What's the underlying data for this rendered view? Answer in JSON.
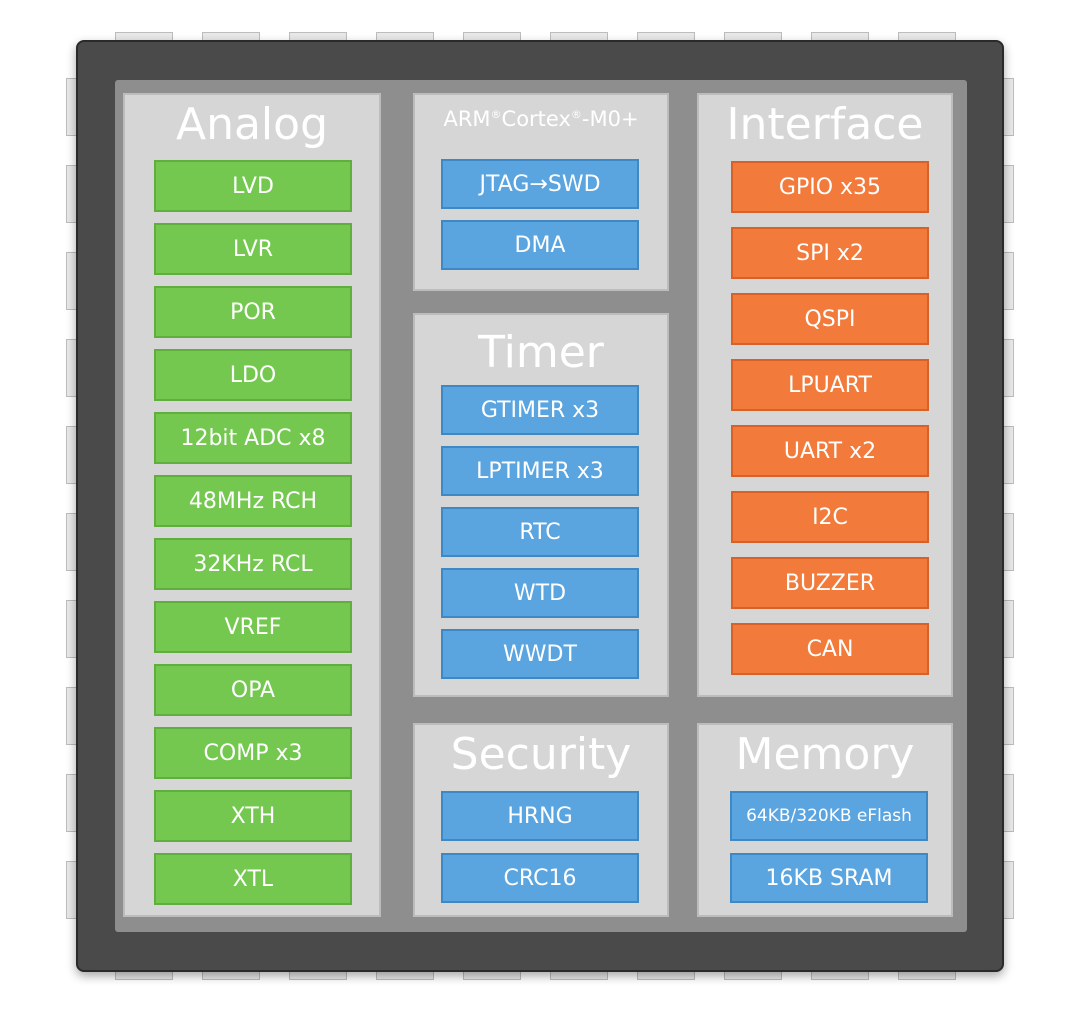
{
  "analog": {
    "title": "Analog",
    "items": [
      "LVD",
      "LVR",
      "POR",
      "LDO",
      "12bit  ADC x8",
      "48MHz RCH",
      "32KHz RCL",
      "VREF",
      "OPA",
      "COMP x3",
      "XTH",
      "XTL"
    ]
  },
  "cpu": {
    "title_parts": [
      "ARM",
      "®",
      "Cortex",
      "®",
      "-M0+"
    ],
    "items": [
      "JTAG→SWD",
      "DMA"
    ]
  },
  "timer": {
    "title": "Timer",
    "items": [
      "GTIMER x3",
      "LPTIMER x3",
      "RTC",
      "WTD",
      "WWDT"
    ]
  },
  "interface": {
    "title": "Interface",
    "items": [
      "GPIO x35",
      "SPI x2",
      "QSPI",
      "LPUART",
      "UART x2",
      "I2C",
      "BUZZER",
      "CAN"
    ]
  },
  "security": {
    "title": "Security",
    "items": [
      "HRNG",
      "CRC16"
    ]
  },
  "memory": {
    "title": "Memory",
    "items": [
      "64KB/320KB eFlash",
      "16KB SRAM"
    ]
  },
  "colors": {
    "analog_block": "#74c850",
    "digital_block": "#5aa4e0",
    "interface_block": "#f27a3a",
    "panel": "#d6d6d6",
    "chip_body": "#4a4a4a"
  }
}
